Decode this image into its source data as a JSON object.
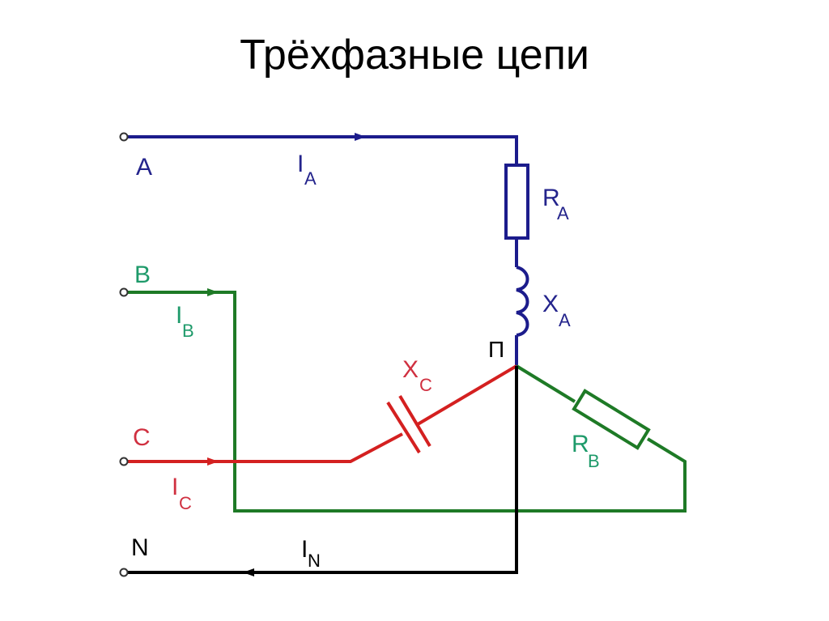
{
  "title": "Трёхфазные цепи",
  "colors": {
    "phase_a": "#1c1c8c",
    "phase_b": "#1e7a26",
    "phase_c": "#d42020",
    "neutral": "#000000",
    "label_a": "#24248c",
    "label_b": "#1e9a6a",
    "label_c": "#d03040"
  },
  "terminals": {
    "a": "A",
    "b": "B",
    "c": "C",
    "n": "N"
  },
  "currents": {
    "ia_main": "I",
    "ia_sub": "A",
    "ib_main": "I",
    "ib_sub": "B",
    "ic_main": "I",
    "ic_sub": "C",
    "in_main": "I",
    "in_sub": "N"
  },
  "components": {
    "ra_main": "R",
    "ra_sub": "A",
    "xa_main": "X",
    "xa_sub": "A",
    "xc_main": "X",
    "xc_sub": "C",
    "rb_main": "R",
    "rb_sub": "B"
  },
  "node_label": "П"
}
